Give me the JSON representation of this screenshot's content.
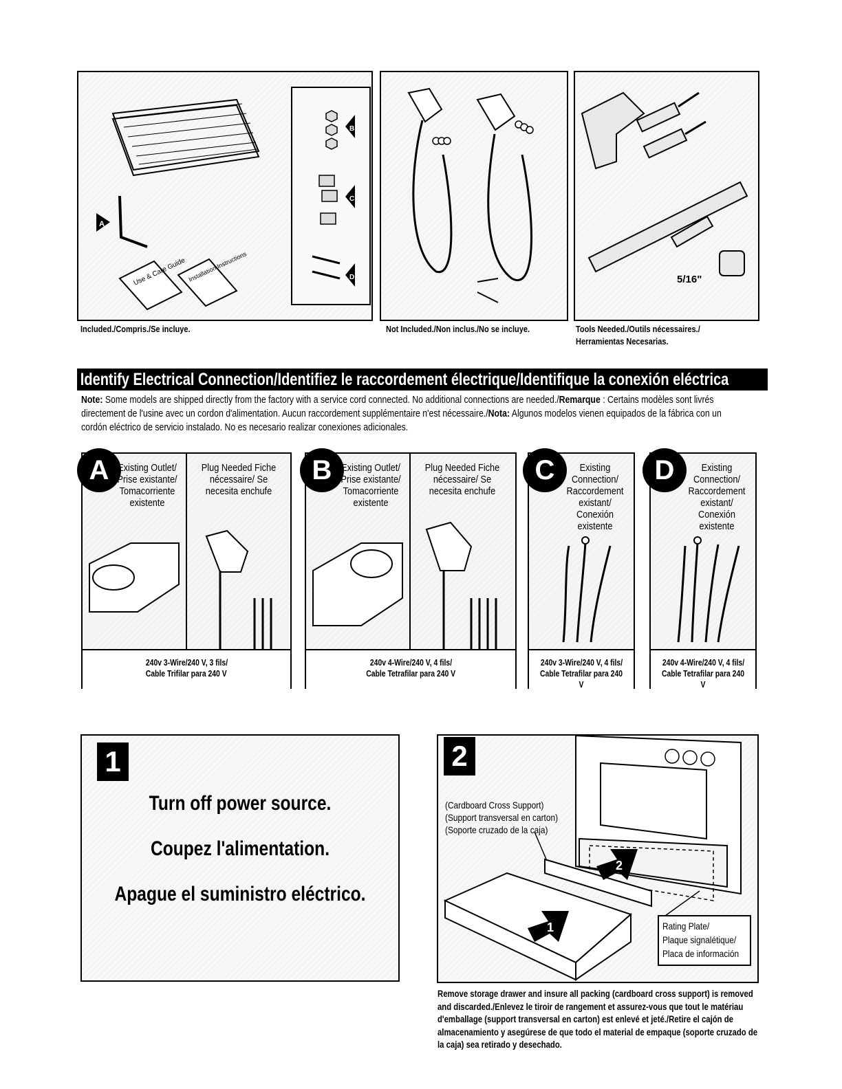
{
  "top_captions": {
    "included": "Included./Compris./Se incluye.",
    "not_included": "Not Included./Non inclus./No se incluye.",
    "tools_line1": "Tools Needed./Outils nécessaires./",
    "tools_line2": "Herramientas Necesarias."
  },
  "included_panel": {
    "booklet1": "Use & Care Guide",
    "booklet2": "Installation Instructions",
    "parts": [
      "A",
      "B",
      "C",
      "D"
    ]
  },
  "tools_panel": {
    "socket_size": "5/16\""
  },
  "section_header": "Identify Electrical Connection/Identifiez le raccordement électrique/Identifique la conexión eléctrica",
  "note": {
    "label1": "Note:",
    "text1": " Some models are shipped directly from the factory with a service cord connected. No additional connections are needed./",
    "label2": "Remarque",
    "text2": " : Certains modèles sont livrés directement de l'usine avec un cordon d'alimentation. Aucun raccordement supplémentaire n'est nécessaire./",
    "label3": "Nota:",
    "text3": " Algunos modelos vienen equipados de la fábrica con un cordón eléctrico de servicio instalado. No es necesario realizar conexiones adicionales."
  },
  "connections": [
    {
      "letter": "A",
      "existing": "Existing Outlet/ Prise existante/ Tomacorriente existente",
      "needed": "Plug Needed Fiche nécessaire/ Se necesita enchufe",
      "footer1": "240v 3-Wire/240 V, 3 fils/",
      "footer2": "Cable Trifilar para 240 V"
    },
    {
      "letter": "B",
      "existing": "Existing Outlet/ Prise existante/ Tomacorriente existente",
      "needed": "Plug Needed Fiche nécessaire/ Se necesita enchufe",
      "footer1": "240v 4-Wire/240 V, 4 fils/",
      "footer2": "Cable Tetrafilar para 240 V"
    },
    {
      "letter": "C",
      "existing": "Existing Connection/ Raccordement existant/ Conexión existente",
      "footer1": "240v 3-Wire/240 V, 4 fils/",
      "footer2": "Cable Tetrafilar para 240 V"
    },
    {
      "letter": "D",
      "existing": "Existing Connection/ Raccordement existant/ Conexión existente",
      "footer1": "240v 4-Wire/240 V, 4 fils/",
      "footer2": "Cable Tetrafilar para 240 V"
    }
  ],
  "step1": {
    "number": "1",
    "line1": "Turn off power source.",
    "line2": "Coupez l'alimentation.",
    "line3": "Apague el suministro eléctrico."
  },
  "step2": {
    "number": "2",
    "support1": "(Cardboard Cross Support)",
    "support2": "(Support transversal en carton)",
    "support3": "(Soporte cruzado de la caja)",
    "plate1": "Rating Plate/",
    "plate2": "Plaque signalétique/",
    "plate3": "Placa de información",
    "arrow1": "1",
    "arrow2": "2",
    "caption": "Remove storage drawer and insure all packing (cardboard cross support) is removed and discarded./Enlevez le tiroir de rangement et assurez-vous que tout le matériau d'emballage (support transversal en carton) est enlevé et jeté./Retire el cajón de almacenamiento y asegúrese de que todo el material de empaque (soporte cruzado de la caja) sea retirado y desechado."
  }
}
